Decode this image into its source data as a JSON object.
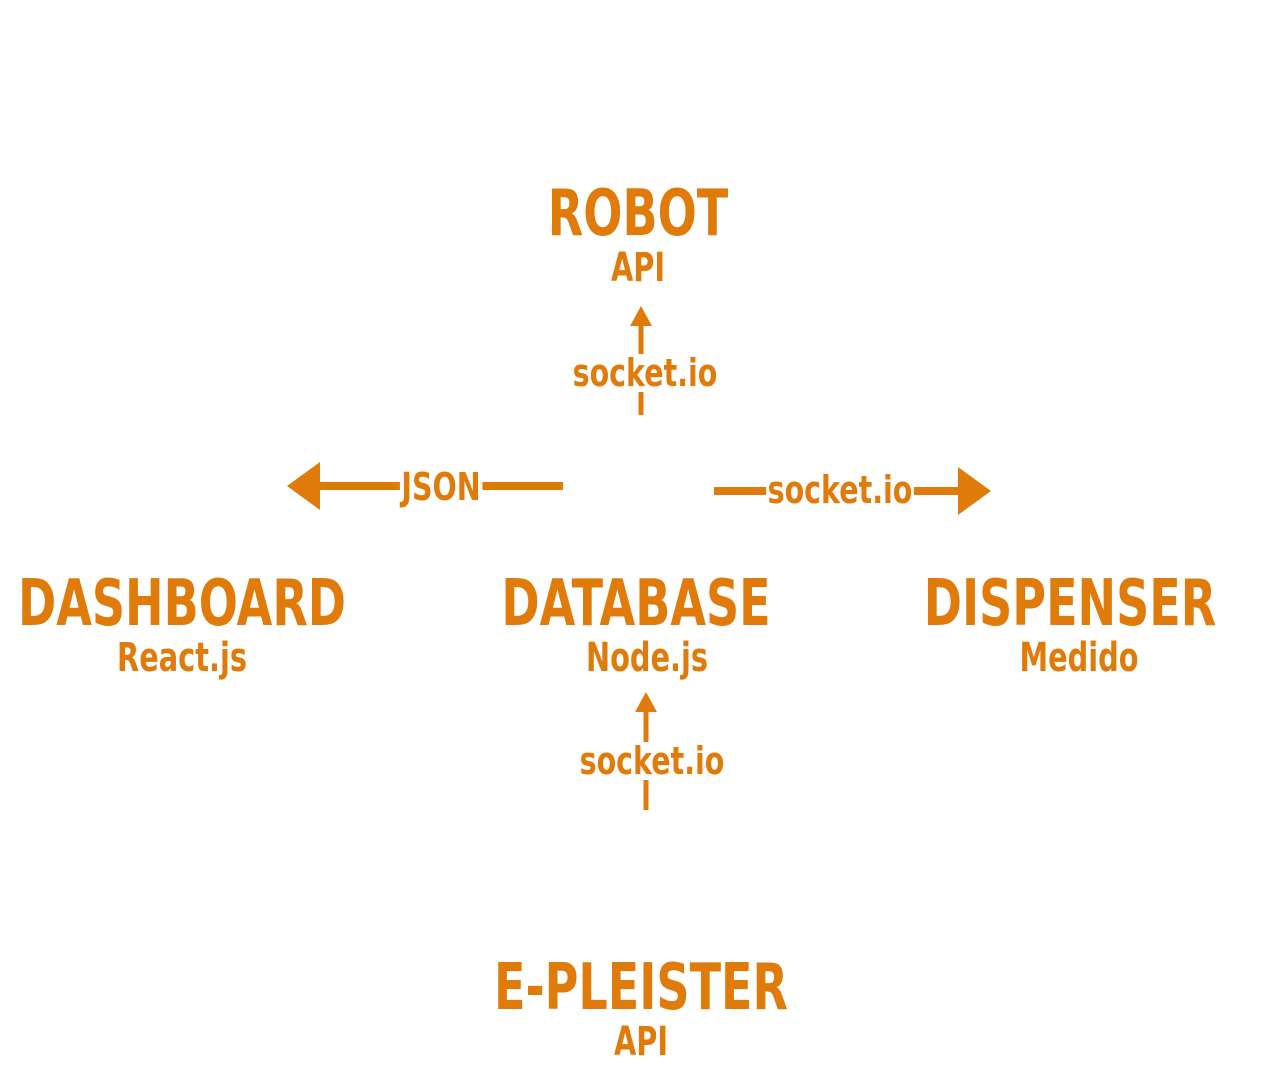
{
  "accent_color": "#e07b0a",
  "nodes": {
    "robot": {
      "title": "ROBOT",
      "sub": "API"
    },
    "dashboard": {
      "title": "DASHBOARD",
      "sub": "React.js"
    },
    "database": {
      "title": "DATABASE",
      "sub": "Node.js"
    },
    "dispenser": {
      "title": "DISPENSER",
      "sub": "Medido"
    },
    "epleister": {
      "title": "E-PLEISTER",
      "sub": "API"
    }
  },
  "edges": {
    "database_to_robot": "socket.io",
    "database_to_dashboard": "JSON",
    "database_to_dispenser": "socket.io",
    "epleister_to_database": "socket.io"
  }
}
